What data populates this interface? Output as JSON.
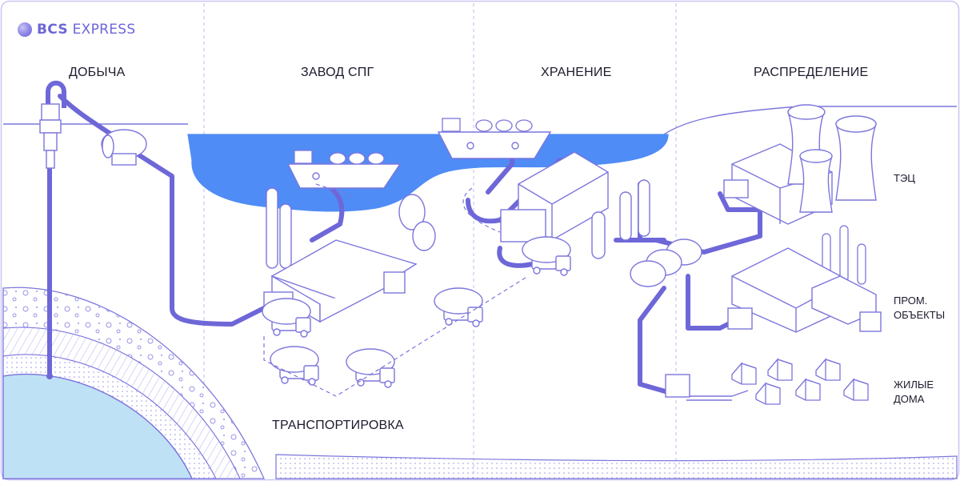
{
  "brand": {
    "bold": "BCS",
    "rest": " EXPRESS"
  },
  "stages": {
    "extraction": "ДОБЫЧА",
    "lng_plant": "ЗАВОД СПГ",
    "storage": "ХРАНЕНИЕ",
    "distribution": "РАСПРЕДЕЛЕНИЕ",
    "transport": "ТРАНСПОРТИРОВКА"
  },
  "consumers": {
    "power_plant": "ТЭЦ",
    "industry": "ПРОМ.\nОБЪЕКТЫ",
    "housing": "ЖИЛЫЕ\nДОМА"
  },
  "colors": {
    "line": "#7c76dc",
    "pipe": "#6e67d8",
    "water": "#4f8cf5",
    "reservoir": "#bfe1f6",
    "fill": "#ffffff",
    "divider": "#a9a5ec"
  },
  "icons": [
    "logo-icon",
    "gas-well-icon",
    "tanker-ship-icon",
    "gas-truck-icon",
    "factory-icon",
    "cooling-tower-icon",
    "house-icon",
    "storage-tank-icon"
  ]
}
